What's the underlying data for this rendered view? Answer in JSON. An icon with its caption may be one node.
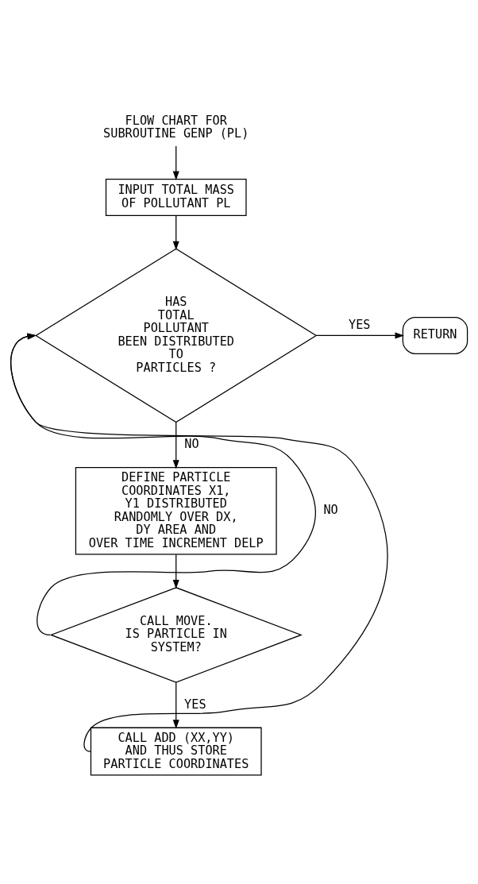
{
  "diagram": {
    "nodes": [
      {
        "text": [
          "FLOW CHART FOR SUBROUTINE GENP (PL)"
        ]
      },
      {
        "text": [
          "INPUT TOTAL MASS OF POLLUTANT PL"
        ]
      },
      {
        "text": [
          "HAS TOTAL POLLUTANT BEEN DISTRIBUTED TO PARTICLES ?"
        ]
      },
      {
        "text": [
          "RETURN"
        ]
      },
      {
        "text": [
          "DEFINE PARTICLE COORDINATES X1, Y1 DISTRIBUTED RANDOMLY OVER DX, DY AREA AND OVER TIME INCREMENT DELP"
        ]
      },
      {
        "text": [
          "CALL MOVE. IS PARTICLE IN SYSTEM?"
        ]
      },
      {
        "text": [
          "CALL ADD (XX,YY) AND THUS STORE PARTICLE COORDINATES"
        ]
      }
    ],
    "edges": [
      {
        "from": 0,
        "to": 1,
        "arrow": "to"
      },
      {
        "from": 1,
        "to": 2,
        "arrow": "to"
      },
      {
        "from": 2,
        "to": 3,
        "arrow": "to",
        "label": "YES"
      },
      {
        "from": 2,
        "to": 4,
        "arrow": "to",
        "label": "NO"
      },
      {
        "from": 4,
        "to": 5,
        "arrow": "to"
      },
      {
        "from": 5,
        "to": 2,
        "arrow": "to",
        "label": "NO"
      },
      {
        "from": 5,
        "to": 6,
        "arrow": "to",
        "label": "YES"
      },
      {
        "from": 6,
        "to": 2,
        "arrow": "to"
      }
    ]
  }
}
